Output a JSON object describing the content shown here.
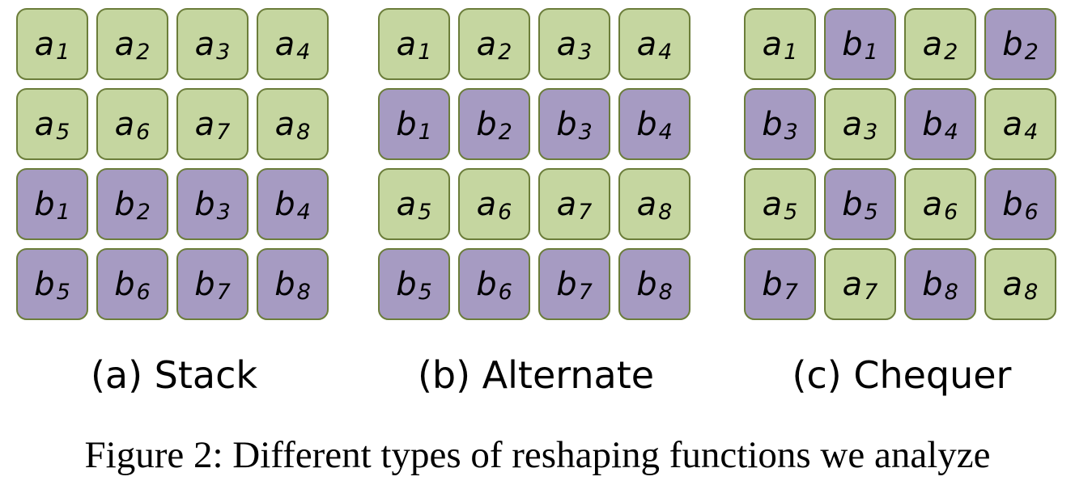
{
  "colors": {
    "a_fill": "#c5d6a0",
    "b_fill": "#a69bc2",
    "border": "#6b7d3a"
  },
  "panels": [
    {
      "id": "a",
      "caption": "(a) Stack",
      "cells": [
        {
          "kind": "a",
          "letter": "a",
          "sub": "1"
        },
        {
          "kind": "a",
          "letter": "a",
          "sub": "2"
        },
        {
          "kind": "a",
          "letter": "a",
          "sub": "3"
        },
        {
          "kind": "a",
          "letter": "a",
          "sub": "4"
        },
        {
          "kind": "a",
          "letter": "a",
          "sub": "5"
        },
        {
          "kind": "a",
          "letter": "a",
          "sub": "6"
        },
        {
          "kind": "a",
          "letter": "a",
          "sub": "7"
        },
        {
          "kind": "a",
          "letter": "a",
          "sub": "8"
        },
        {
          "kind": "b",
          "letter": "b",
          "sub": "1"
        },
        {
          "kind": "b",
          "letter": "b",
          "sub": "2"
        },
        {
          "kind": "b",
          "letter": "b",
          "sub": "3"
        },
        {
          "kind": "b",
          "letter": "b",
          "sub": "4"
        },
        {
          "kind": "b",
          "letter": "b",
          "sub": "5"
        },
        {
          "kind": "b",
          "letter": "b",
          "sub": "6"
        },
        {
          "kind": "b",
          "letter": "b",
          "sub": "7"
        },
        {
          "kind": "b",
          "letter": "b",
          "sub": "8"
        }
      ]
    },
    {
      "id": "b",
      "caption": "(b) Alternate",
      "cells": [
        {
          "kind": "a",
          "letter": "a",
          "sub": "1"
        },
        {
          "kind": "a",
          "letter": "a",
          "sub": "2"
        },
        {
          "kind": "a",
          "letter": "a",
          "sub": "3"
        },
        {
          "kind": "a",
          "letter": "a",
          "sub": "4"
        },
        {
          "kind": "b",
          "letter": "b",
          "sub": "1"
        },
        {
          "kind": "b",
          "letter": "b",
          "sub": "2"
        },
        {
          "kind": "b",
          "letter": "b",
          "sub": "3"
        },
        {
          "kind": "b",
          "letter": "b",
          "sub": "4"
        },
        {
          "kind": "a",
          "letter": "a",
          "sub": "5"
        },
        {
          "kind": "a",
          "letter": "a",
          "sub": "6"
        },
        {
          "kind": "a",
          "letter": "a",
          "sub": "7"
        },
        {
          "kind": "a",
          "letter": "a",
          "sub": "8"
        },
        {
          "kind": "b",
          "letter": "b",
          "sub": "5"
        },
        {
          "kind": "b",
          "letter": "b",
          "sub": "6"
        },
        {
          "kind": "b",
          "letter": "b",
          "sub": "7"
        },
        {
          "kind": "b",
          "letter": "b",
          "sub": "8"
        }
      ]
    },
    {
      "id": "c",
      "caption": "(c) Chequer",
      "cells": [
        {
          "kind": "a",
          "letter": "a",
          "sub": "1"
        },
        {
          "kind": "b",
          "letter": "b",
          "sub": "1"
        },
        {
          "kind": "a",
          "letter": "a",
          "sub": "2"
        },
        {
          "kind": "b",
          "letter": "b",
          "sub": "2"
        },
        {
          "kind": "b",
          "letter": "b",
          "sub": "3"
        },
        {
          "kind": "a",
          "letter": "a",
          "sub": "3"
        },
        {
          "kind": "b",
          "letter": "b",
          "sub": "4"
        },
        {
          "kind": "a",
          "letter": "a",
          "sub": "4"
        },
        {
          "kind": "a",
          "letter": "a",
          "sub": "5"
        },
        {
          "kind": "b",
          "letter": "b",
          "sub": "5"
        },
        {
          "kind": "a",
          "letter": "a",
          "sub": "6"
        },
        {
          "kind": "b",
          "letter": "b",
          "sub": "6"
        },
        {
          "kind": "b",
          "letter": "b",
          "sub": "7"
        },
        {
          "kind": "a",
          "letter": "a",
          "sub": "7"
        },
        {
          "kind": "b",
          "letter": "b",
          "sub": "8"
        },
        {
          "kind": "a",
          "letter": "a",
          "sub": "8"
        }
      ]
    }
  ],
  "figure_caption": "Figure 2: Different types of reshaping functions we analyze"
}
